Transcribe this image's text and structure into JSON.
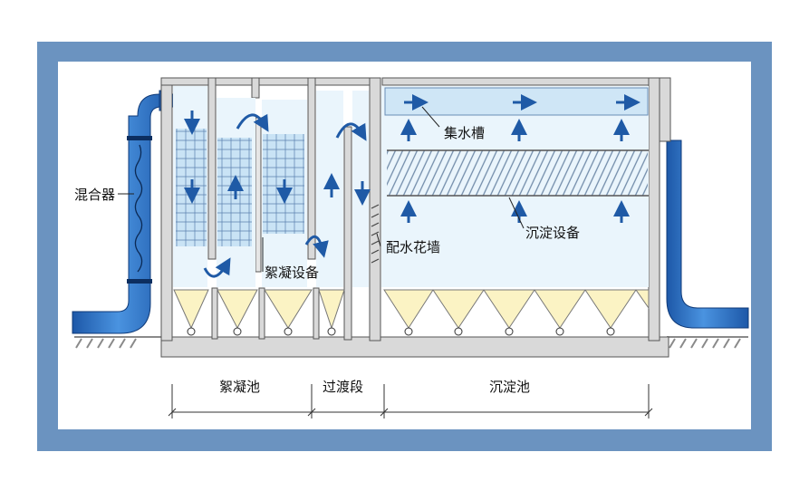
{
  "labels": {
    "mixer": "混合器",
    "collector": "集水槽",
    "sedimentation_equipment": "沉淀设备",
    "distribution_wall": "配水花墙",
    "flocculation_equipment": "絮凝设备",
    "flocculation_tank": "絮凝池",
    "transition_section": "过渡段",
    "sedimentation_tank": "沉淀池"
  },
  "colors": {
    "frame": "#6b93c0",
    "wall": "#d9d9d9",
    "wall_stroke": "#555555",
    "pipe": "#2b6fc2",
    "water": "#d6ebf8",
    "water_light": "#eaf5fc",
    "sludge": "#fbf3c4",
    "arrow": "#1f5aa6",
    "ground": "#9a9a9a"
  }
}
